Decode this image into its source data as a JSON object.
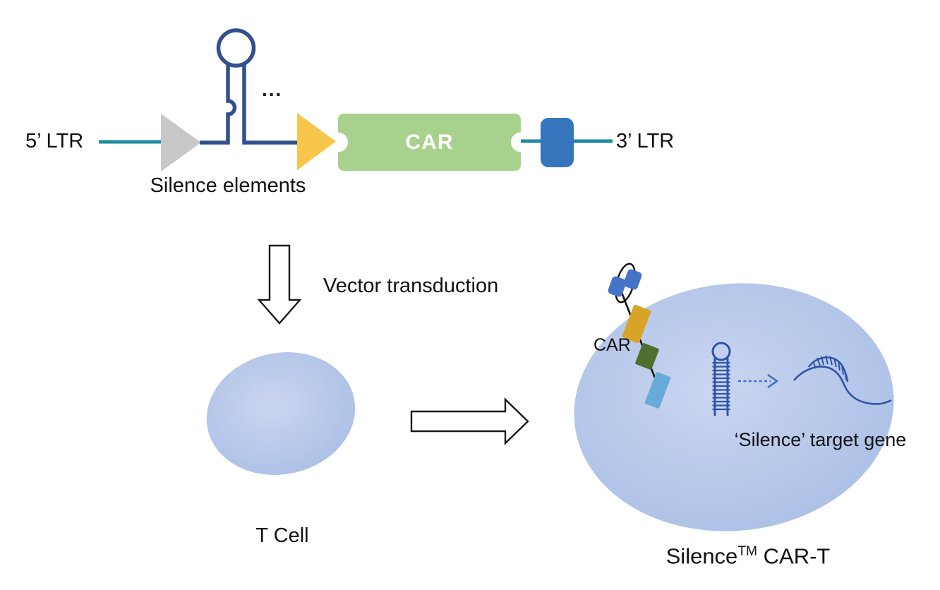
{
  "construct": {
    "left_label": "5’ LTR",
    "right_label": "3’ LTR",
    "silence_elements_label": "Silence elements",
    "car_box_label": "CAR",
    "dots": "..."
  },
  "transduction": {
    "label": "Vector transduction"
  },
  "t_cell": {
    "label": "T Cell"
  },
  "car_t_cell": {
    "car_receptor_label": "CAR",
    "target_gene_label": "‘Silence’ target gene",
    "name_prefix": "Silence",
    "name_tm": "TM",
    "name_suffix": " CAR-T"
  },
  "colors": {
    "backbone_teal": "#1F8A9E",
    "silence_navy": "#31508E",
    "promoter_gray": "#C8C8C8",
    "promoter_yellow": "#F7C64B",
    "car_green": "#A9D18E",
    "element_blue": "#3575BC",
    "cell_center": "#CBD5F0",
    "cell_edge": "#A9BFE6",
    "scfv_blue": "#4573C5",
    "hinge_gold": "#D8A428",
    "tm_green": "#4D7030",
    "signal_blue": "#66ABD9",
    "rna_blue": "#2F55A8",
    "silencing_arrow_blue": "#4472C4"
  }
}
